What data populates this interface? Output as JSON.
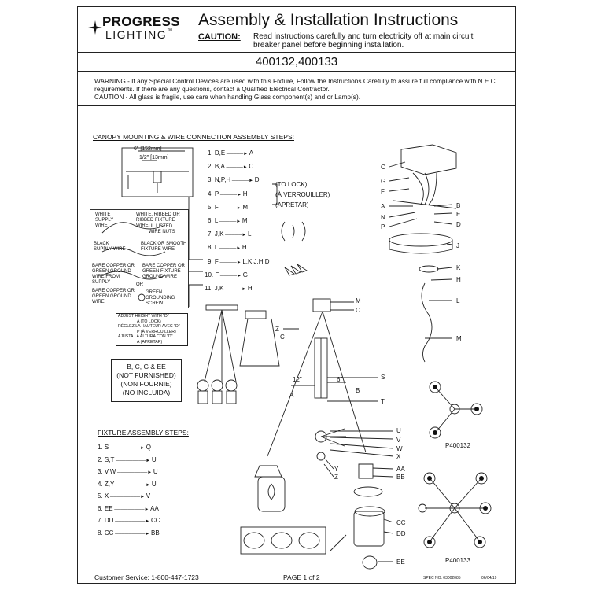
{
  "header": {
    "logo_line1": "PROGRESS",
    "logo_line2": "LIGHTING",
    "logo_tm": "™",
    "title": "Assembly & Installation Instructions",
    "caution_label": "CAUTION:",
    "caution_text": "Read instructions carefully and turn electricity off at main circuit breaker panel before beginning installation.",
    "model_numbers": "400132,400133"
  },
  "warning": {
    "line1": "WARNING - If any Special Control Devices are used with this Fixture, Follow the Instructions Carefully to assure full compliance with N.E.C. requirements. If there are any questions, contact a Qualified Electrical Contractor.",
    "line2": "CAUTION - All glass is fragile, use care when handling Glass component(s) and or Lamp(s)."
  },
  "canopy_section": {
    "title": "CANOPY MOUNTING & WIRE CONNECTION ASSEMBLY STEPS:",
    "steps": [
      {
        "num": "1.",
        "parts": "D,E",
        "target": "A"
      },
      {
        "num": "2.",
        "parts": "B,A",
        "target": "C"
      },
      {
        "num": "3.",
        "parts": "N,P,H",
        "target": "D"
      },
      {
        "num": "4.",
        "parts": "P",
        "target": "H"
      },
      {
        "num": "5.",
        "parts": "F",
        "target": "M"
      },
      {
        "num": "6.",
        "parts": "L",
        "target": "M"
      },
      {
        "num": "7.",
        "parts": "J,K",
        "target": "L"
      },
      {
        "num": "8.",
        "parts": "L",
        "target": "H"
      },
      {
        "num": "9.",
        "parts": "F",
        "target": "L,K,J,H,D"
      },
      {
        "num": "10.",
        "parts": "F",
        "target": "G"
      },
      {
        "num": "11.",
        "parts": "J,K",
        "target": "H"
      }
    ],
    "lock_labels": [
      "(TO LOCK)",
      "(À VERROUILLER)",
      "(APRETAR)"
    ],
    "dim_6": "6\" [152mm]",
    "dim_half": "1/2\" [13mm]"
  },
  "wiring": {
    "white_supply": "WHITE SUPPLY WIRE",
    "white_fixture": "WHITE, RIBBED OR RIBBED FIXTURE WIRE",
    "ul_wire_nuts": "UL LISTED WIRE NUTS",
    "black_supply": "BLACK SUPPLY WIRE",
    "black_fixture": "BLACK OR SMOOTH FIXTURE WIRE",
    "bare_copper": "BARE COPPER OR GREEN GROUND WIRE FROM SUPPLY",
    "bare_copper_fixture": "BARE COPPER OR GREEN FIXTURE GROUND WIRE",
    "or": "OR",
    "bare_copper_2": "BARE COPPER OR GREEN GROUND WIRE",
    "green_screw": "GREEN GROUNDING SCREW"
  },
  "adjust_box": {
    "row1_title": "ADJUST HEIGHT WITH \"D\"",
    "row1_lock": "A (TO LOCK)",
    "row2_title": "RÉGLEZ LA HAUTEUR AVEC \"D\"",
    "row2_lock": "P (À VERROUILLER)",
    "row3_title": "AJUSTA LA ALTURA CON \"D\"",
    "row3_lock": "A (APRETAR)"
  },
  "not_furnished": {
    "line1": "B, C, G & EE",
    "line2": "(NOT FURNISHED)",
    "line3": "(NON FOURNIE)",
    "line4": "(NO INCLUIDA)"
  },
  "fixture_section": {
    "title": "FIXTURE ASSEMBLY STEPS:",
    "steps": [
      {
        "num": "1.",
        "parts": "S",
        "target": "Q"
      },
      {
        "num": "2.",
        "parts": "S,T",
        "target": "U"
      },
      {
        "num": "3.",
        "parts": "V,W",
        "target": "U"
      },
      {
        "num": "4.",
        "parts": "Z,Y",
        "target": "U"
      },
      {
        "num": "5.",
        "parts": "X",
        "target": "V"
      },
      {
        "num": "6.",
        "parts": "EE",
        "target": "AA"
      },
      {
        "num": "7.",
        "parts": "DD",
        "target": "CC"
      },
      {
        "num": "8.",
        "parts": "CC",
        "target": "BB"
      }
    ]
  },
  "part_labels": {
    "canopy": [
      "C",
      "G",
      "F",
      "A",
      "N",
      "P",
      "B",
      "E",
      "D",
      "J",
      "K",
      "H",
      "L",
      "M"
    ],
    "fixture": [
      "M",
      "O",
      "Z",
      "C",
      "S",
      "T",
      "B",
      "A",
      "U",
      "V",
      "W",
      "X",
      "Y",
      "Z",
      "AA",
      "BB",
      "CC",
      "DD",
      "EE"
    ],
    "dim_12": "12\"",
    "dim_6b": "6\""
  },
  "config_labels": {
    "p1": "P400132",
    "p2": "P400133"
  },
  "footer": {
    "customer_service": "Customer Service: 1-800-447-1723",
    "page": "PAGE 1 of 2",
    "spec": "SPEC NO. 03002085",
    "date": "06/04/19"
  }
}
